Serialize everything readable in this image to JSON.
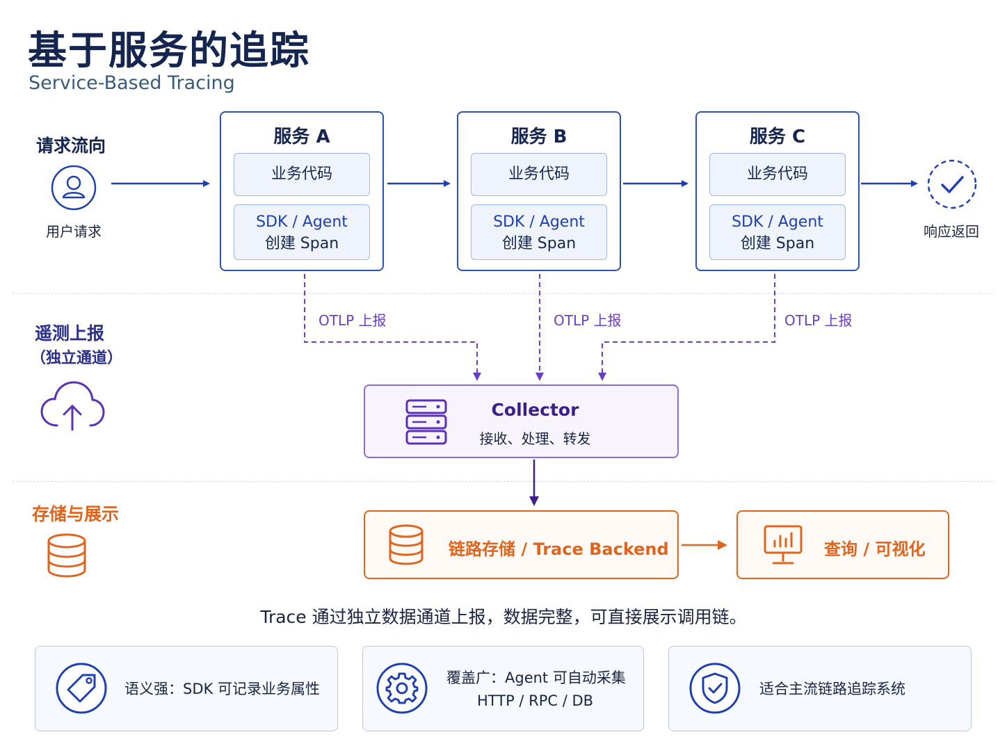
{
  "header": {
    "title": "基于服务的追踪",
    "subtitle": "Service-Based Tracing"
  },
  "sections": {
    "flow": "请求流向",
    "telemetry_line1": "遥测上报",
    "telemetry_line2": "（独立通道）",
    "storage": "存储与展示"
  },
  "flow": {
    "start_label": "用户请求",
    "end_label": "响应返回",
    "services": [
      {
        "title": "服务 A",
        "code": "业务代码",
        "sdk_line1": "SDK / Agent",
        "sdk_line2": "创建 Span"
      },
      {
        "title": "服务 B",
        "code": "业务代码",
        "sdk_line1": "SDK / Agent",
        "sdk_line2": "创建 Span"
      },
      {
        "title": "服务 C",
        "code": "业务代码",
        "sdk_line1": "SDK / Agent",
        "sdk_line2": "创建 Span"
      }
    ],
    "otlp_label": "OTLP 上报"
  },
  "collector": {
    "title": "Collector",
    "subtitle": "接收、处理、转发"
  },
  "storage": {
    "backend": "链路存储 / Trace Backend",
    "query": "查询 / 可视化"
  },
  "caption": "Trace 通过独立数据通道上报，数据完整，可直接展示调用链。",
  "features": [
    {
      "icon": "tag-icon",
      "line1": "语义强：SDK 可记录业务属性",
      "line2": ""
    },
    {
      "icon": "gear-icon",
      "line1": "覆盖广：Agent 可自动采集",
      "line2": "HTTP / RPC / DB"
    },
    {
      "icon": "shield-check-icon",
      "line1": "适合主流链路追踪系统",
      "line2": ""
    }
  ],
  "colors": {
    "navy": "#14254f",
    "blue": "#2b4fb8",
    "purple": "#6a3fc8",
    "orange": "#e0641c"
  }
}
